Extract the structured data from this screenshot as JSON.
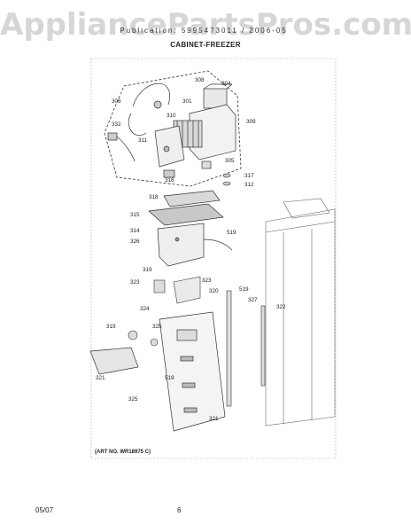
{
  "watermark": "AppliancePartsPros.com",
  "header_text": "Publication: 5995473011 / 2006-05",
  "section_title": "CABINET-FREEZER",
  "art_number": "(ART NO. WR18975 C)",
  "footer": {
    "date": "05/07",
    "page": "6"
  },
  "part_labels": [
    "308",
    "304",
    "306",
    "301",
    "309",
    "332",
    "310",
    "311",
    "305",
    "316",
    "317",
    "312",
    "318",
    "315",
    "314",
    "519",
    "326",
    "319",
    "323",
    "519",
    "323",
    "320",
    "327",
    "322",
    "324",
    "319",
    "325",
    "321",
    "519"
  ]
}
